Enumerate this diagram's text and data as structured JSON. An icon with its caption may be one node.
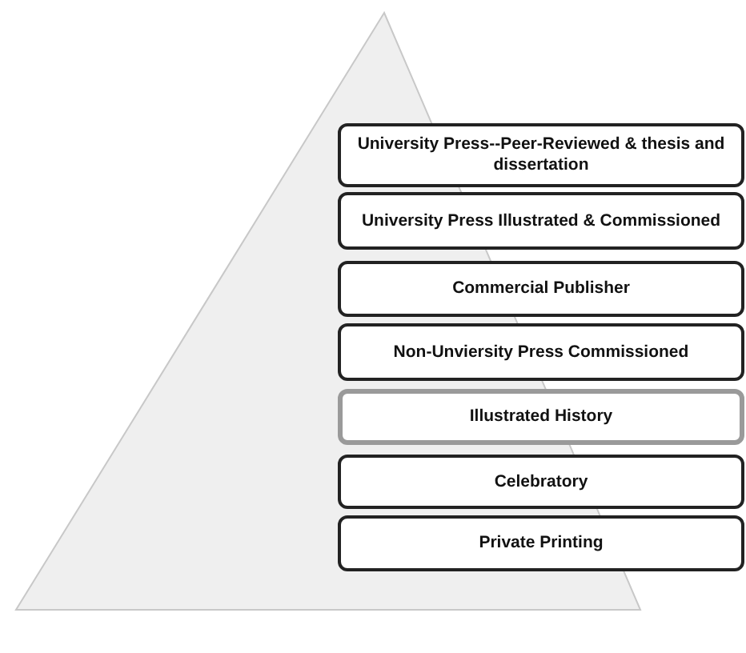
{
  "diagram": {
    "nodes": [
      {
        "text": [],
        "shape": "triangle"
      },
      {
        "text": [
          "University Press--Peer-Reviewed & thesis and dissertation"
        ]
      },
      {
        "text": [
          "University Press Illustrated & Commissioned"
        ]
      },
      {
        "text": [
          "Commercial Publisher"
        ]
      },
      {
        "text": [
          "Non-Unviersity Press Commissioned"
        ]
      },
      {
        "text": [
          "Illustrated History"
        ]
      },
      {
        "text": [
          "Celebratory"
        ]
      },
      {
        "text": [
          "Private Printing"
        ]
      }
    ]
  }
}
